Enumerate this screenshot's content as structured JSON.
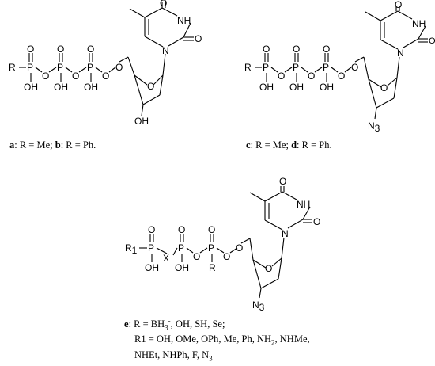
{
  "atoms": {
    "R": "R",
    "R1_R": "R",
    "R1_sub": "1",
    "P": "P",
    "O": "O",
    "OH": "OH",
    "NH": "NH",
    "N": "N",
    "N3_N": "N",
    "N3_sub": "3",
    "X": "X"
  },
  "captions": {
    "ab": {
      "a": "a",
      "a_text": ": R = Me; ",
      "b": "b",
      "b_text": ": R = Ph."
    },
    "cd": {
      "c": "c",
      "c_text": ": R = Me; ",
      "d": "d",
      "d_text": ": R = Ph."
    },
    "e": {
      "e": "e",
      "line1_pre": ": R = BH",
      "line1_sub": "3",
      "line1_sup": "-",
      "line1_post": ", OH, SH, Se;",
      "line2_pre": "R1 = OH, OMe, OPh, Me, Ph, NH",
      "line2_sub": "2",
      "line2_post": ", NHMe,",
      "line3_pre": "NHEt, NHPh, F, N",
      "line3_sub": "3"
    }
  }
}
